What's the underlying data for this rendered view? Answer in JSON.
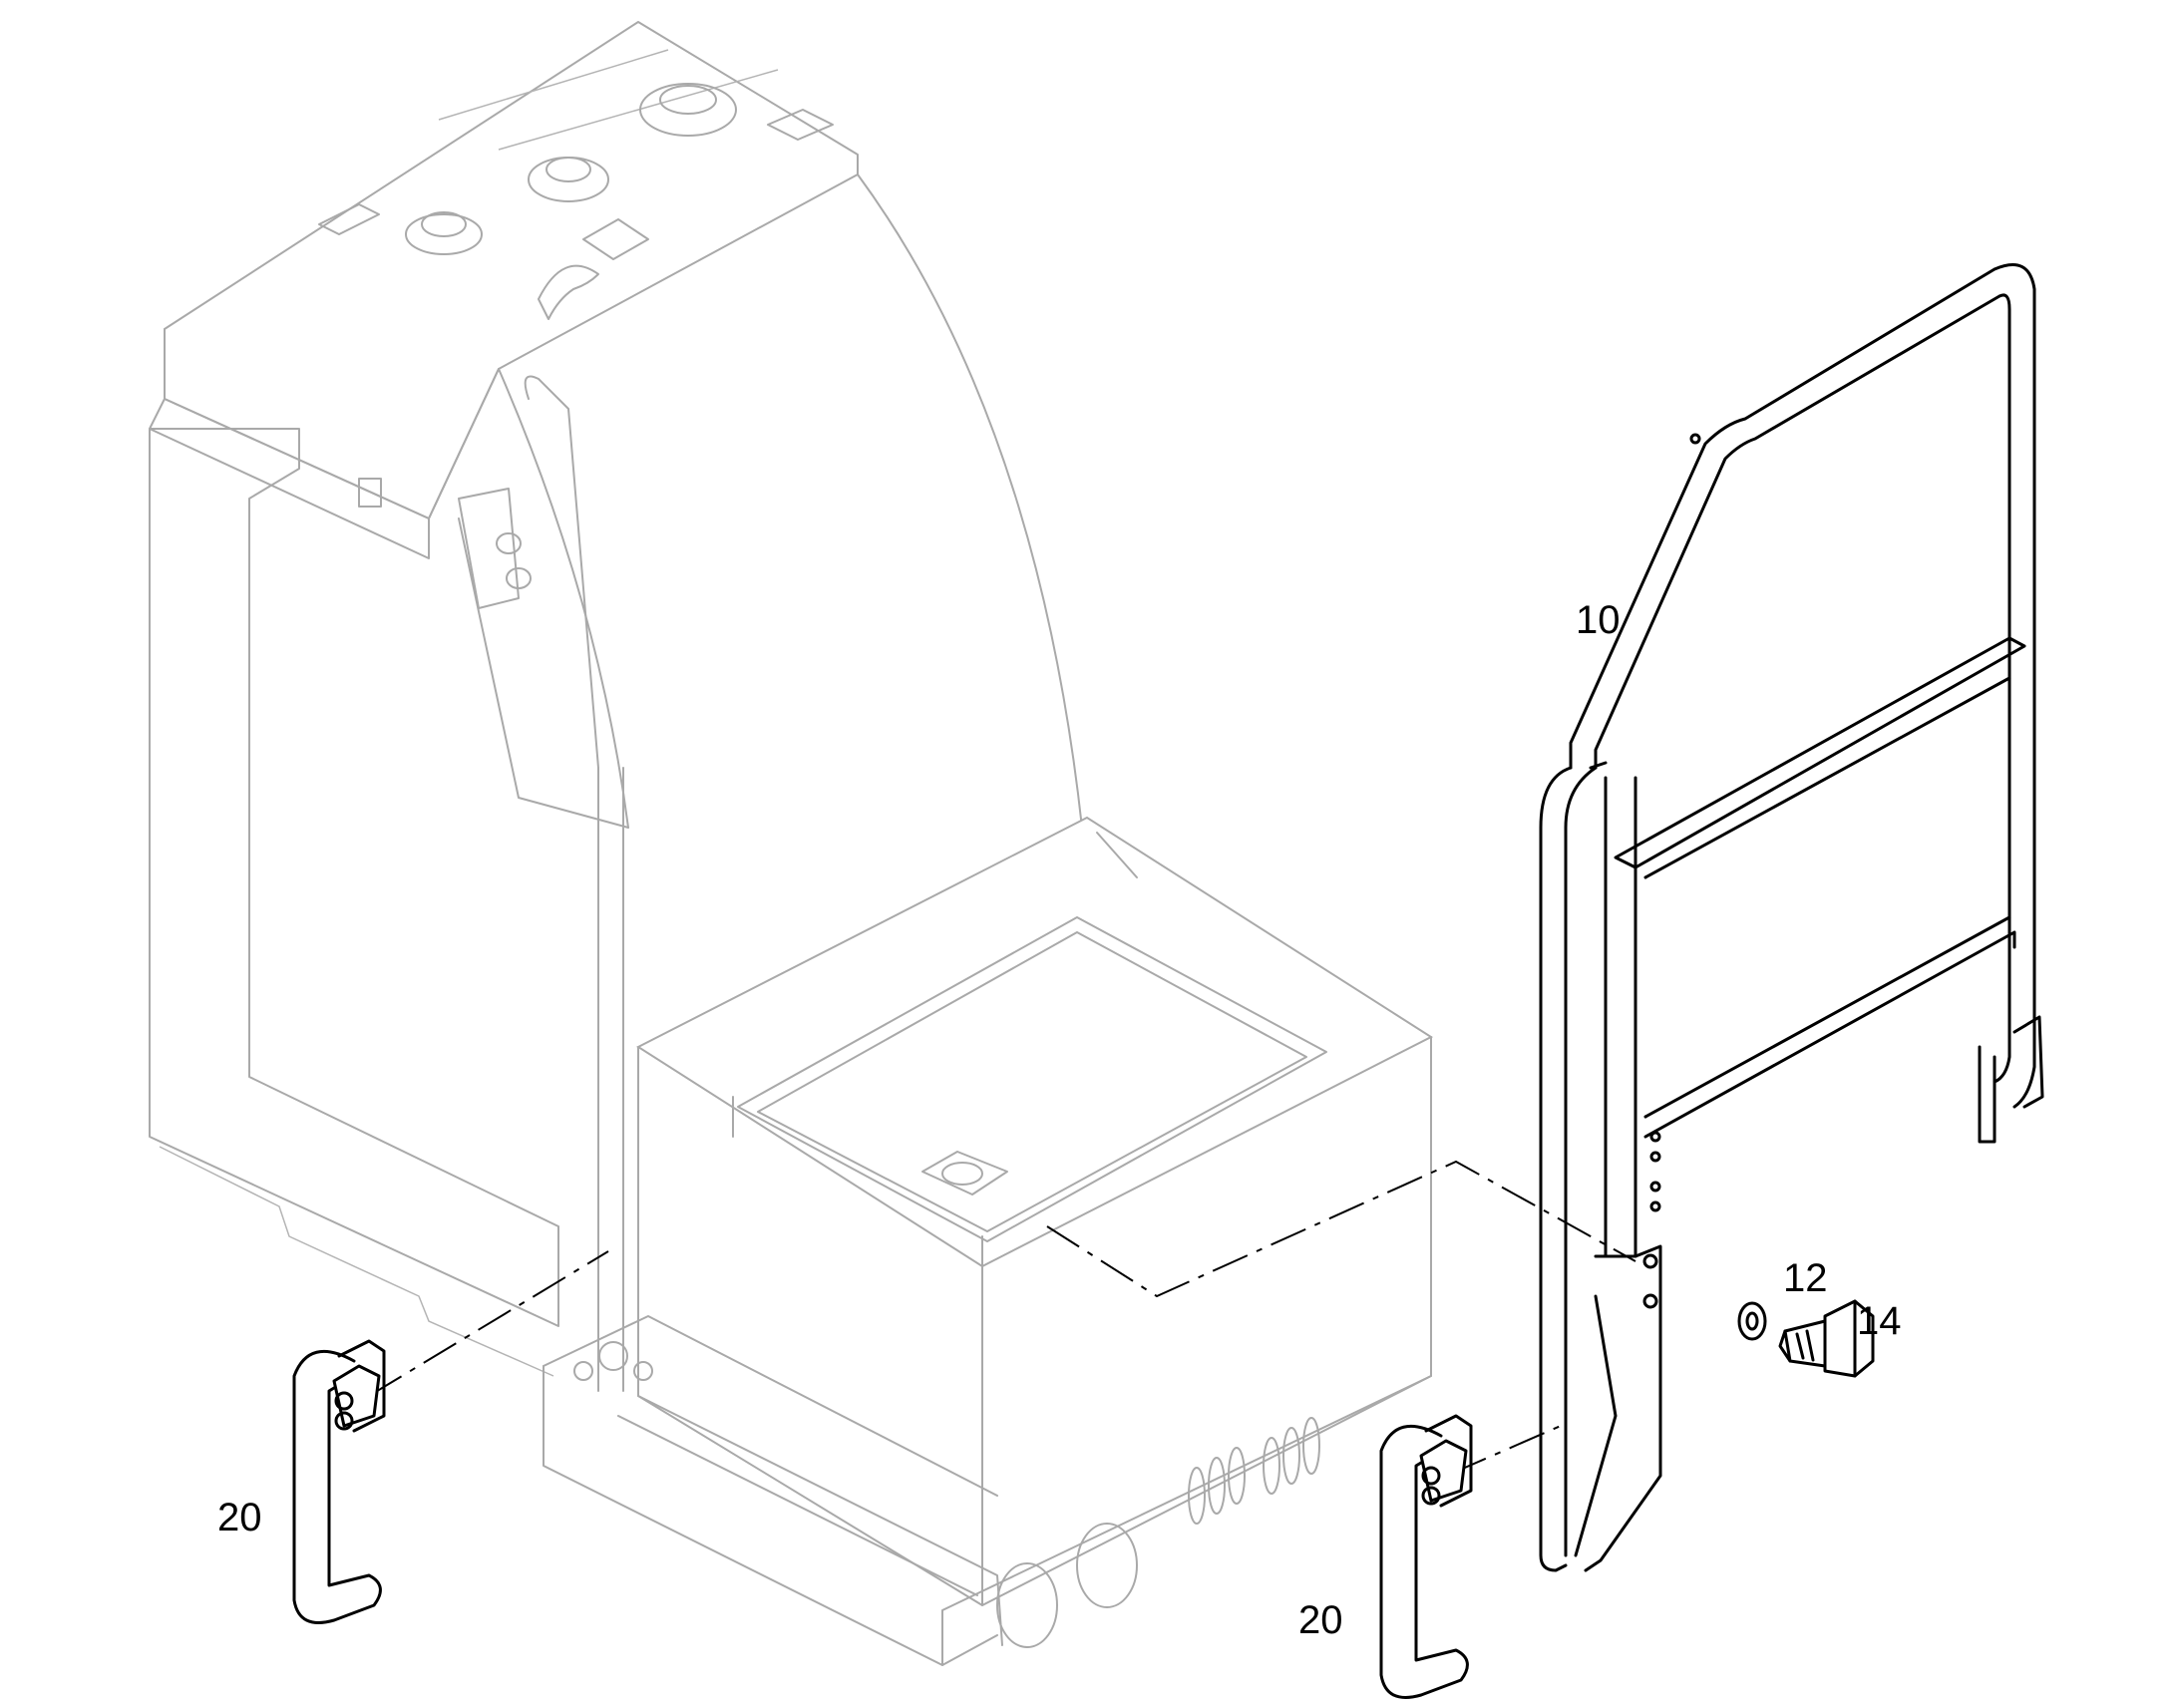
{
  "callouts": {
    "handrail_frame": "10",
    "washer": "12",
    "bolt": "14",
    "grab_handle_left": "20",
    "grab_handle_right": "20"
  },
  "colors": {
    "part_outline": "#000000",
    "ghost_outline": "#a9a9a9",
    "background": "#ffffff"
  }
}
